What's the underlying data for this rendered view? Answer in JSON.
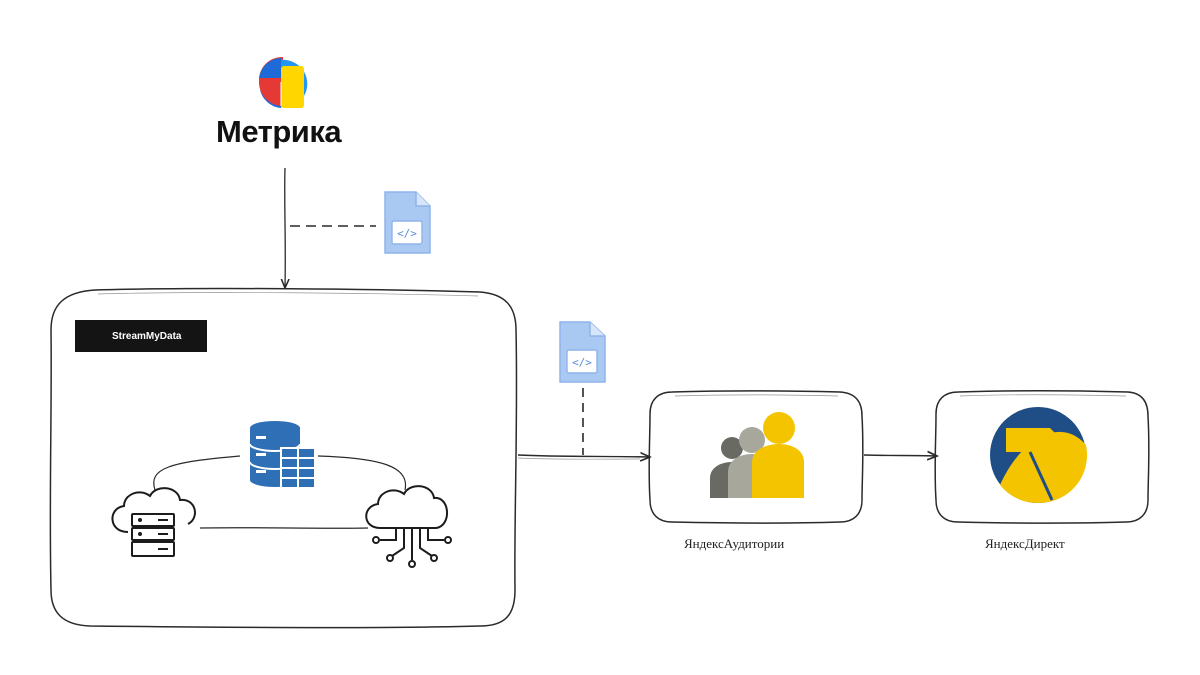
{
  "source": {
    "label": "Метрика"
  },
  "platform": {
    "badge_text": "StreamMyData"
  },
  "audiences": {
    "label": "ЯндексАудитории"
  },
  "direct": {
    "label": "ЯндексДирект"
  },
  "colors": {
    "line": "#2a2a2a",
    "file_icon": "#a9c8f2",
    "db_blue": "#2f6fb6",
    "yellow": "#f5c400",
    "navy": "#1f4e87",
    "badge_bg": "#141414"
  },
  "icons": [
    "metrika-logo-icon",
    "code-file-icon",
    "streammydata-logo-icon",
    "database-icon",
    "cloud-server-icon",
    "cloud-network-icon",
    "audience-people-icon",
    "direct-logo-icon"
  ]
}
